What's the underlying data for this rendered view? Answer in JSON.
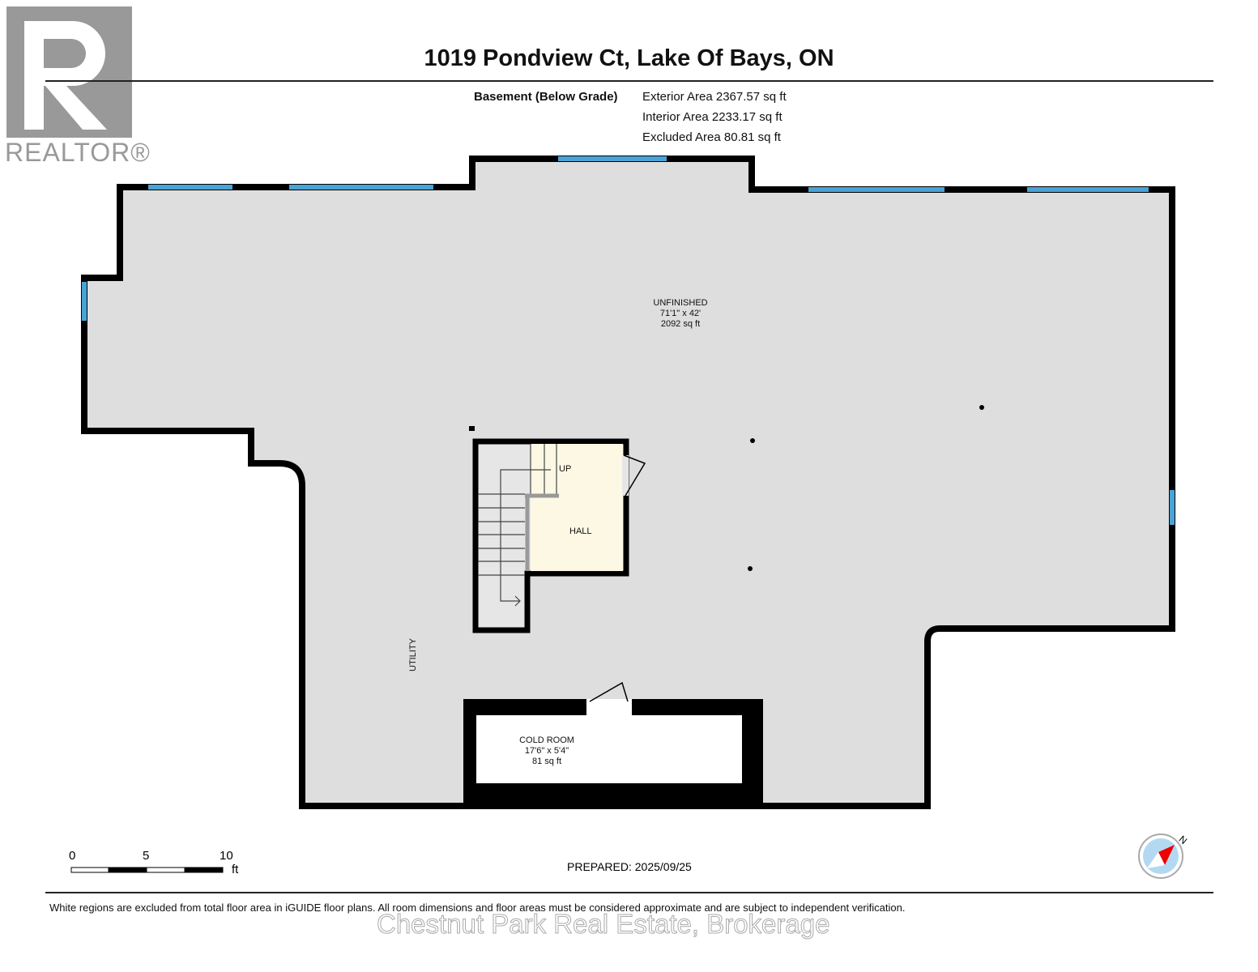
{
  "title": "1019 Pondview Ct, Lake Of Bays, ON",
  "level": "Basement (Below Grade)",
  "areas": {
    "exterior": "Exterior Area 2367.57 sq ft",
    "interior": "Interior Area 2233.17 sq ft",
    "excluded": "Excluded Area 80.81 sq ft"
  },
  "rooms": {
    "unfinished": {
      "name": "UNFINISHED",
      "dims": "71'1\" x 42'",
      "area": "2092 sq ft"
    },
    "hall": {
      "name": "HALL"
    },
    "up": "UP",
    "utility": "UTILITY",
    "cold_room": {
      "name": "COLD ROOM",
      "dims": "17'6\" x 5'4\"",
      "area": "81 sq ft"
    }
  },
  "scale": {
    "labels": [
      "0",
      "5",
      "10"
    ],
    "unit": "ft"
  },
  "prepared": "PREPARED: 2025/09/25",
  "compass": {
    "label": "N",
    "icon": "compass-icon"
  },
  "disclaimer": "White regions are excluded from total floor area in iGUIDE floor plans. All room dimensions and floor areas must be considered approximate and are subject to independent verification.",
  "watermark": "Chestnut Park Real Estate, Brokerage",
  "logo": "REALTOR®",
  "colors": {
    "floor": "#dedede",
    "hall": "#fdf8e4",
    "wall": "#000000",
    "window": "#4aa3d6"
  }
}
